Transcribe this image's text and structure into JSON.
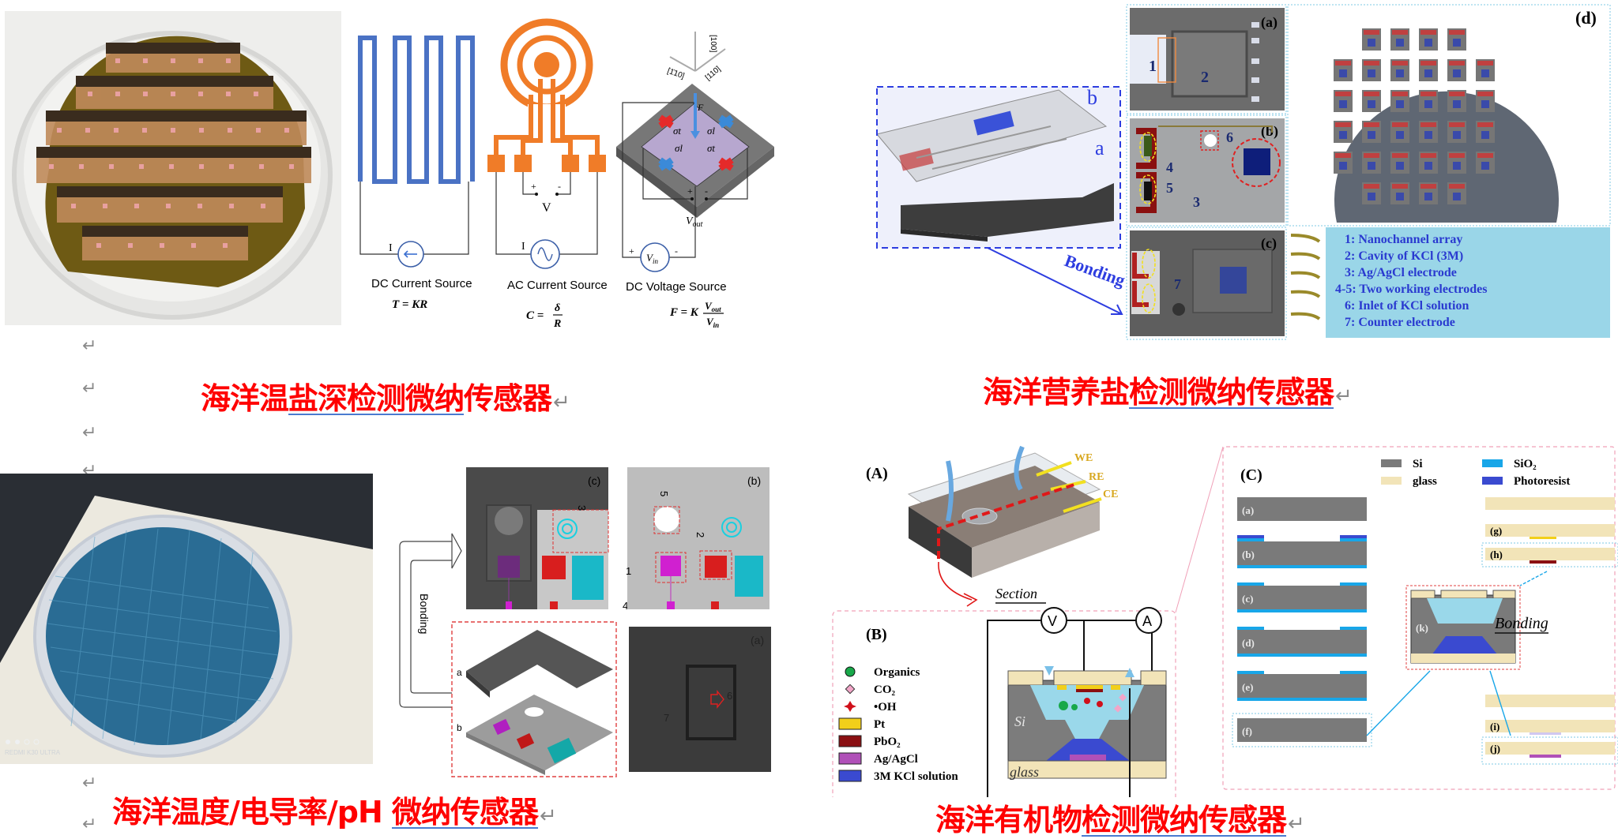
{
  "paragraph_mark": "↵",
  "captions": {
    "ctd": {
      "prefix": "海洋温",
      "underlined": "盐深检测微纳",
      "suffix": "传感器"
    },
    "nutrient": {
      "prefix": "海洋营养盐",
      "underlined": "检测微纳传感器",
      "suffix": ""
    },
    "temp_cond_ph": {
      "prefix": "海洋温度/电导率/pH ",
      "underlined": "微纳传感器",
      "suffix": ""
    },
    "organic": {
      "prefix": "海洋有机物",
      "underlined": "检测微纳传感器",
      "suffix": ""
    }
  },
  "figure_ctd": {
    "photo_alt": "wafer-photo-gold",
    "dc_current": {
      "label": "DC Current Source",
      "formula": "T = KR",
      "source_symbol": "I"
    },
    "ac_current": {
      "label": "AC Current Source",
      "formula_lhs": "C =",
      "formula_num": "δ",
      "formula_den": "R",
      "source_symbol": "I",
      "voltage_symbol": "V",
      "plus": "+",
      "minus": "-"
    },
    "dc_voltage": {
      "label": "DC Voltage Source",
      "formula_lhs": "F = K",
      "formula_num": "V_out",
      "formula_den": "V_in",
      "source_symbol": "Vin",
      "output_symbol": "Vout",
      "axes": [
        "[100]",
        "[1̄10]",
        "[110]"
      ],
      "stress": [
        "σt",
        "σl",
        "σl",
        "σt"
      ],
      "force": "F",
      "plus": "+",
      "minus": "-"
    }
  },
  "figure_nutrient": {
    "exploded_labels": {
      "top": "b",
      "bottom": "a"
    },
    "bonding_label": "Bonding",
    "panels": [
      "(a)",
      "(b)",
      "(c)",
      "(d)"
    ],
    "numbers": [
      "1",
      "2",
      "3",
      "4",
      "5",
      "6",
      "7"
    ],
    "legend": [
      "1: Nanochannel array",
      "2: Cavity of KCl (3M)",
      "3: Ag/AgCl electrode",
      "4-5: Two working electrodes",
      "6: Inlet of KCl solution",
      "7: Counter electrode"
    ]
  },
  "figure_tcp": {
    "photo_watermark": "REDMI K30 ULTRA",
    "bonding_label": "Bonding",
    "panels": [
      "(c)",
      "(b)",
      "(a)"
    ],
    "layer_labels": [
      "a",
      "b"
    ],
    "numbers": [
      "1",
      "2",
      "3",
      "4",
      "5",
      "6",
      "7"
    ]
  },
  "figure_organic": {
    "panel_A": {
      "label": "(A)",
      "electrodes": [
        "WE",
        "RE",
        "CE"
      ],
      "section_label": "Section"
    },
    "panel_B": {
      "label": "(B)",
      "meters": [
        "V",
        "A"
      ],
      "region_labels": {
        "si": "Si",
        "glass": "glass"
      },
      "legend": [
        {
          "symbol": "hexagon",
          "color": "#18a84a",
          "label": "Organics"
        },
        {
          "symbol": "diamond",
          "color": "#f2a6c8",
          "label": "CO₂"
        },
        {
          "symbol": "star",
          "color": "#d0101a",
          "label": "•OH"
        },
        {
          "symbol": "rect",
          "color": "#f2cf1a",
          "label": "Pt"
        },
        {
          "symbol": "rect",
          "color": "#8a0f12",
          "label": "PbO₂"
        },
        {
          "symbol": "rect",
          "color": "#b050b8",
          "label": "Ag/AgCl"
        },
        {
          "symbol": "rect",
          "color": "#3a4ad0",
          "label": "3M  KCl solution"
        }
      ]
    },
    "panel_C": {
      "label": "(C)",
      "legend": [
        {
          "color": "#7a7a7a",
          "label": "Si"
        },
        {
          "color": "#f2e4b8",
          "label": "glass"
        },
        {
          "color": "#18a6e8",
          "label": "SiO₂"
        },
        {
          "color": "#3a4ad0",
          "label": "Photoresist"
        }
      ],
      "steps": [
        "(a)",
        "(b)",
        "(c)",
        "(d)",
        "(e)",
        "(f)",
        "(g)",
        "(h)",
        "(i)",
        "(j)",
        "(k)"
      ],
      "bonding_label": "Bonding"
    }
  }
}
